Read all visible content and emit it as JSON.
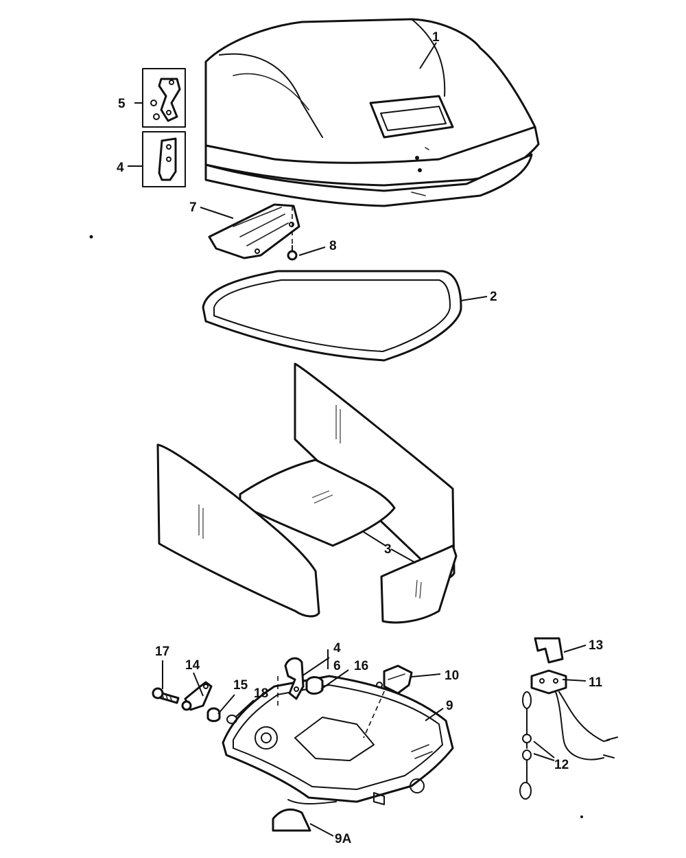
{
  "labels": {
    "l1": "1",
    "l2": "2",
    "l3": "3",
    "l4a": "4",
    "l4b": "4",
    "l5": "5",
    "l6": "6",
    "l7": "7",
    "l8": "8",
    "l9": "9",
    "l9a": "9A",
    "l10": "10",
    "l11": "11",
    "l12": "12",
    "l13": "13",
    "l14": "14",
    "l15": "15",
    "l16": "16",
    "l17": "17",
    "l18": "18"
  }
}
